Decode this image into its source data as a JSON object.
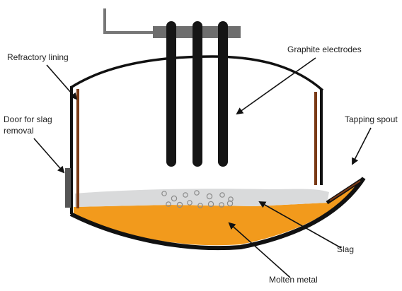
{
  "diagram": {
    "labels": {
      "refractory_lining": "Refractory lining",
      "graphite_electrodes": "Graphite electrodes",
      "door_line1": "Door for slag",
      "door_line2": "removal",
      "tapping_spout": "Tapping spout",
      "slag": "Slag",
      "molten_metal": "Molten metal"
    },
    "colors": {
      "outline": "#111111",
      "electrode": "#151515",
      "clamp": "#6e6e6e",
      "lining": "#7a3a16",
      "slag": "#d9dadb",
      "molten_metal": "#f29a1c",
      "door": "#555555"
    },
    "components": [
      "furnace-shell",
      "roof",
      "graphite-electrodes",
      "electrode-clamp",
      "refractory-lining",
      "slag-door",
      "tapping-spout",
      "slag-layer",
      "molten-metal-bath",
      "gas-bubbles"
    ]
  }
}
